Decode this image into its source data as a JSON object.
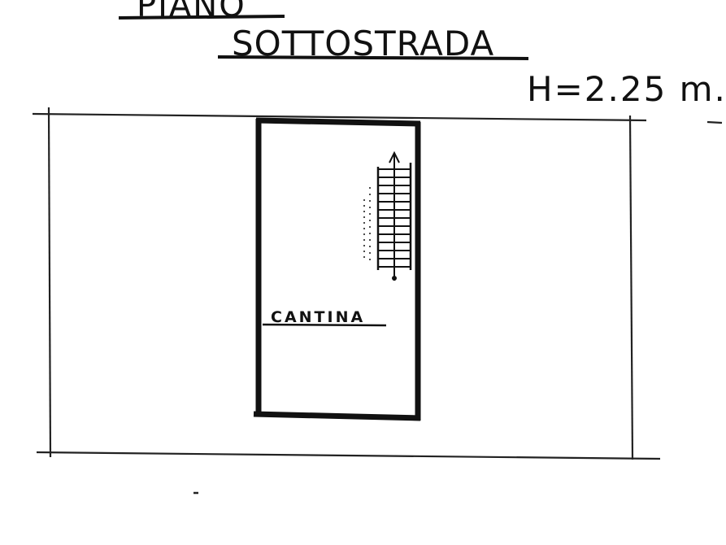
{
  "drawing": {
    "title_line1": "PIANO",
    "title_line2": "SOTTOSTRADA",
    "ceiling_height": "H=2.25 m.",
    "room_label": "CANTINA",
    "ink_color": "#111111",
    "paper_color": "#ffffff"
  }
}
